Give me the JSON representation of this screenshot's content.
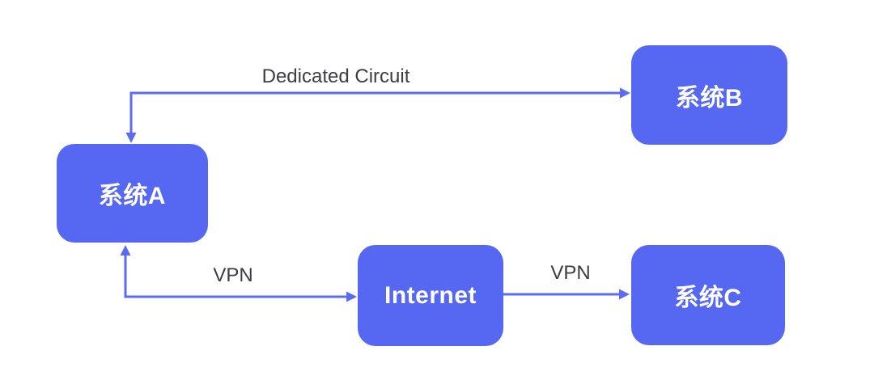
{
  "diagram": {
    "background_color": "#ffffff",
    "node_fill_color": "#5668f2",
    "node_text_color": "#ffffff",
    "arrow_color": "#5b6cf3",
    "edge_label_color": "#3d3d42",
    "nodes": [
      {
        "id": "system-a",
        "label": "系统A"
      },
      {
        "id": "system-b",
        "label": "系统B"
      },
      {
        "id": "internet",
        "label": "Internet"
      },
      {
        "id": "system-c",
        "label": "系统C"
      }
    ],
    "edges": [
      {
        "from": "system-a",
        "to": "system-b",
        "label": "Dedicated Circuit",
        "bidirectional": true
      },
      {
        "from": "system-a",
        "to": "internet",
        "label": "VPN",
        "bidirectional": true
      },
      {
        "from": "internet",
        "to": "system-c",
        "label": "VPN",
        "bidirectional": false
      }
    ]
  }
}
